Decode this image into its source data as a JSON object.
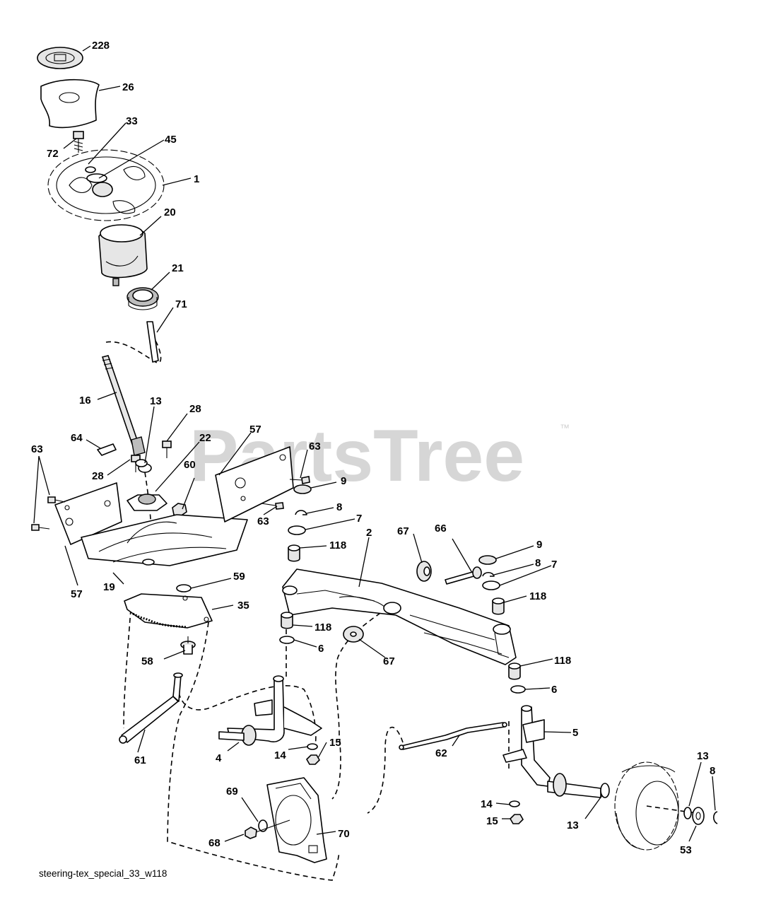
{
  "watermark": {
    "text": "PartsTree",
    "trademark": "™",
    "color": "#cfcfcf"
  },
  "caption": "steering-tex_special_33_w118",
  "callouts": {
    "c228": "228",
    "c26": "26",
    "c33": "33",
    "c72": "72",
    "c45": "45",
    "c1": "1",
    "c20": "20",
    "c21": "21",
    "c71": "71",
    "c16": "16",
    "c13a": "13",
    "c28a": "28",
    "c64": "64",
    "c28b": "28",
    "c22": "22",
    "c57a": "57",
    "c63a": "63",
    "c63b": "63",
    "c60": "60",
    "c63c": "63",
    "c9a": "9",
    "c8a": "8",
    "c7a": "7",
    "c118a": "118",
    "c66": "66",
    "c9b": "9",
    "c8b": "8",
    "c7b": "7",
    "c2": "2",
    "c67a": "67",
    "c118b": "118",
    "c57b": "57",
    "c19": "19",
    "c59": "59",
    "c35": "35",
    "c118c": "118",
    "c6a": "6",
    "c67b": "67",
    "c118d": "118",
    "c58": "58",
    "c6b": "6",
    "c5": "5",
    "c4": "4",
    "c14a": "14",
    "c15a": "15",
    "c62": "62",
    "c61": "61",
    "c69": "69",
    "c70": "70",
    "c68": "68",
    "c14b": "14",
    "c15b": "15",
    "c13b": "13",
    "c13c": "13",
    "c8c": "8",
    "c53": "53"
  }
}
